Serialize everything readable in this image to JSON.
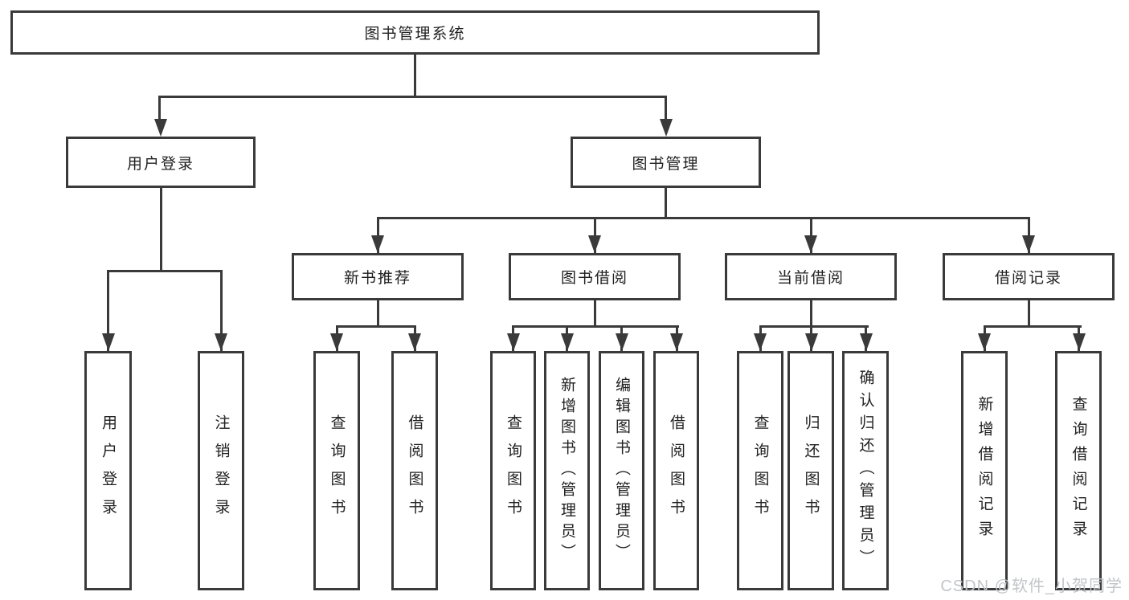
{
  "colors": {
    "line": "#3a3a3a",
    "text": "#212121",
    "watermark": "#c2c5c9",
    "background": "#ffffff"
  },
  "watermark": {
    "text": "CSDN @软件_小贺同学"
  },
  "tree": {
    "root": {
      "label": "图书管理系统"
    },
    "branches": [
      {
        "label": "用户登录",
        "children": [
          {
            "label": "用户登录"
          },
          {
            "label": "注销登录"
          }
        ]
      },
      {
        "label": "图书管理",
        "children": [
          {
            "label": "新书推荐",
            "children": [
              {
                "label": "查询图书"
              },
              {
                "label": "借阅图书"
              }
            ]
          },
          {
            "label": "图书借阅",
            "children": [
              {
                "label": "查询图书"
              },
              {
                "label": "新增图书（管理员）"
              },
              {
                "label": "编辑图书（管理员）"
              },
              {
                "label": "借阅图书"
              }
            ]
          },
          {
            "label": "当前借阅",
            "children": [
              {
                "label": "查询图书"
              },
              {
                "label": "归还图书"
              },
              {
                "label": "确认归还（管理员）"
              }
            ]
          },
          {
            "label": "借阅记录",
            "children": [
              {
                "label": "新增借阅记录"
              },
              {
                "label": "查询借阅记录"
              }
            ]
          }
        ]
      }
    ]
  }
}
